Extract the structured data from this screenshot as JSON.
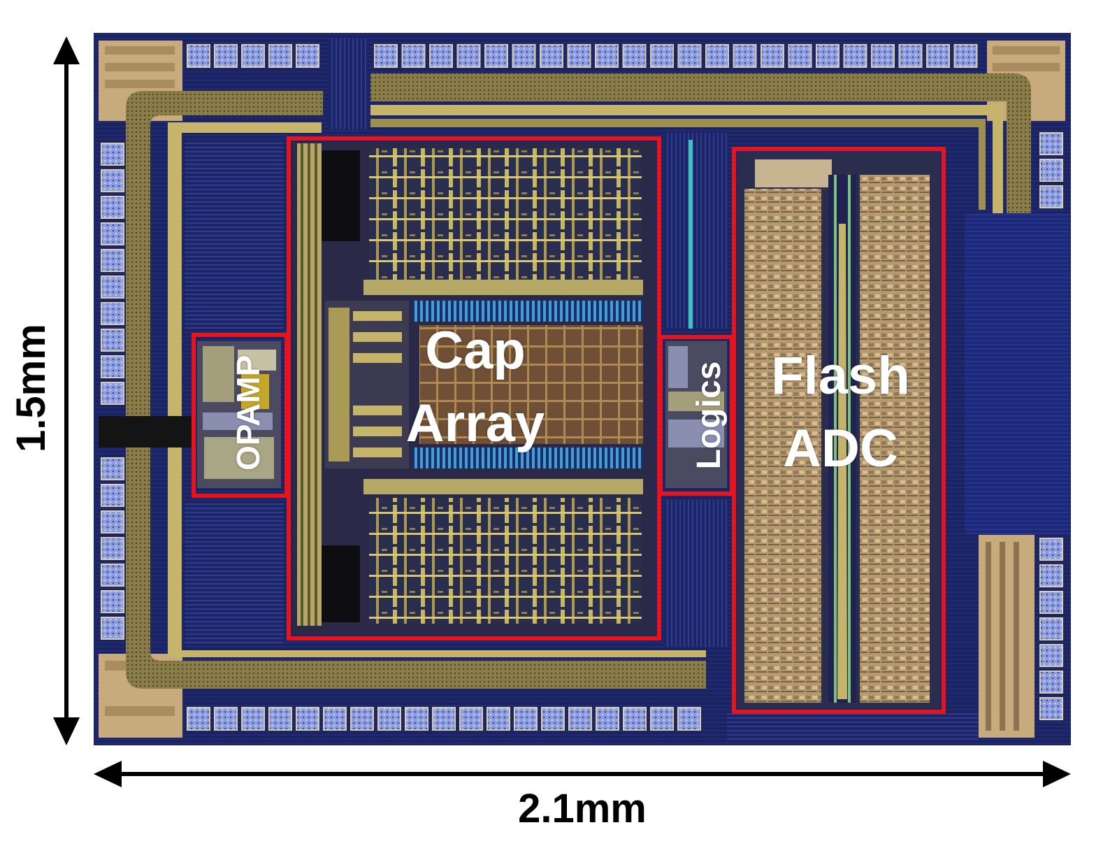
{
  "photo": {
    "description_icon": "chip-die-micrograph",
    "colors": {
      "substrate": "#17205e",
      "metal_gold": "#b9a94e",
      "pad_blue": "#7f8fd6",
      "pad_beige": "#cdb487",
      "highlight_box": "#e8141b",
      "label_text": "#ffffff",
      "dimension": "#000000"
    }
  },
  "regions": {
    "opamp": "OPAMP",
    "cap_array_line1": "Cap",
    "cap_array_line2": "Array",
    "logics": "Logics",
    "flash_adc_line1": "Flash",
    "flash_adc_line2": "ADC"
  },
  "dimensions": {
    "height_label": "1.5mm",
    "width_label": "2.1mm"
  }
}
